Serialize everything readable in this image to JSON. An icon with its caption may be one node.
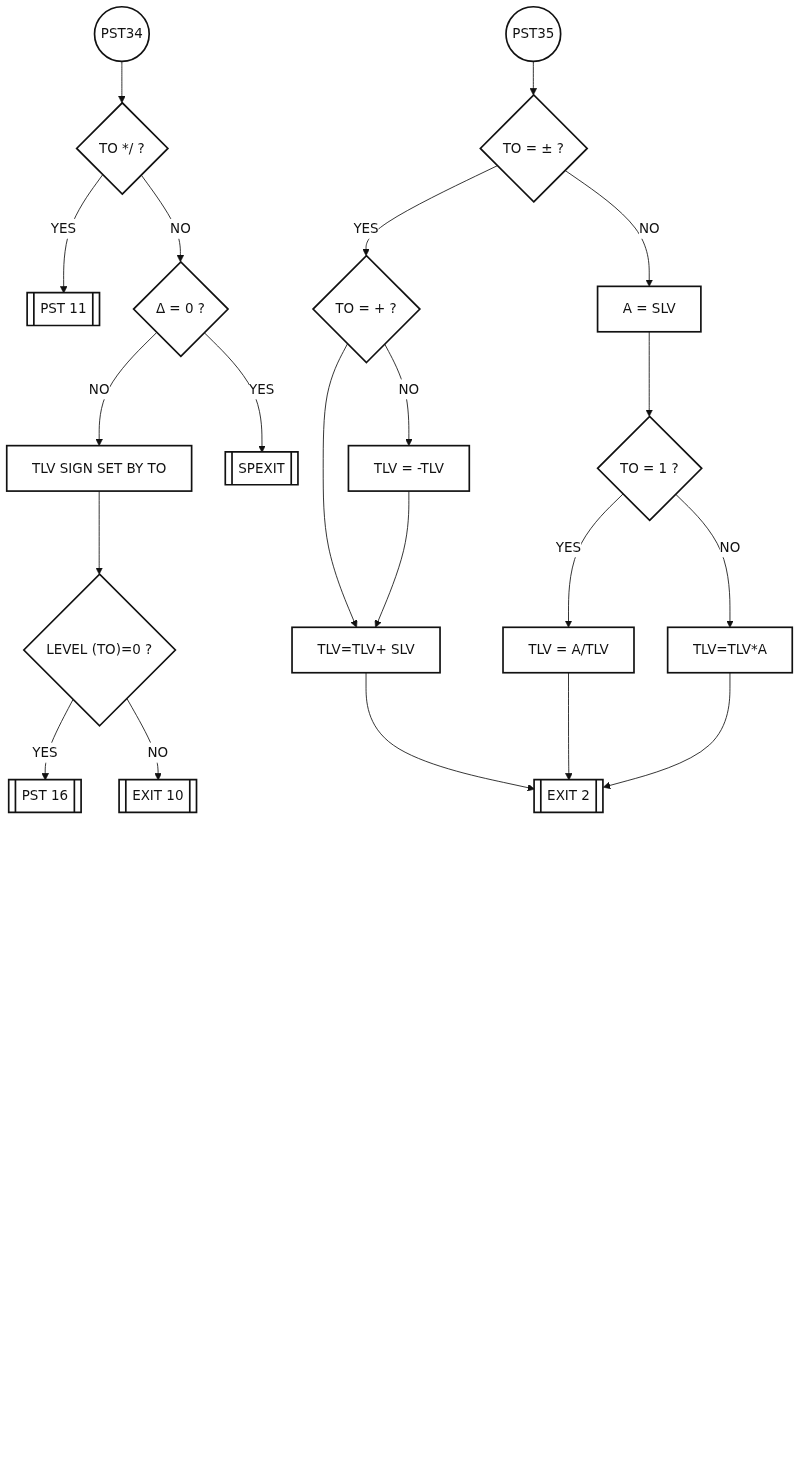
{
  "diagram": {
    "nodes": [
      {
        "text": [
          "PST34"
        ]
      },
      {
        "text": [
          "TO */ ?"
        ]
      },
      {
        "text": [
          "PST 11"
        ]
      },
      {
        "text": [
          "Δ = 0 ?"
        ]
      },
      {
        "text": [
          "TLV SIGN SET BY TO"
        ]
      },
      {
        "text": [
          "SPEXIT"
        ]
      },
      {
        "text": [
          "LEVEL (TO)=0 ?"
        ]
      },
      {
        "text": [
          "PST 16"
        ]
      },
      {
        "text": [
          "EXIT 10"
        ]
      },
      {
        "text": [
          "PST35"
        ]
      },
      {
        "text": [
          "TO = ± ?"
        ]
      },
      {
        "text": [
          "TO = + ?"
        ]
      },
      {
        "text": [
          "A = SLV"
        ]
      },
      {
        "text": [
          "TLV = -TLV"
        ]
      },
      {
        "text": [
          "TLV = A/TLV"
        ]
      },
      {
        "text": [
          "TO = 1 ?"
        ]
      },
      {
        "text": [
          "TLV=TLV+ SLV"
        ]
      },
      {
        "text": [
          "TLV=TLV*A"
        ]
      },
      {
        "text": [
          "EXIT 2"
        ]
      }
    ],
    "edges": [
      {
        "from": 0,
        "to": 1,
        "arrow": "to"
      },
      {
        "from": 1,
        "to": 2,
        "arrow": "to",
        "label": "YES"
      },
      {
        "from": 1,
        "to": 3,
        "arrow": "to",
        "label": "NO"
      },
      {
        "from": 3,
        "to": 4,
        "arrow": "to",
        "label": "NO"
      },
      {
        "from": 3,
        "to": 5,
        "arrow": "to",
        "label": "YES"
      },
      {
        "from": 4,
        "to": 6,
        "arrow": "to"
      },
      {
        "from": 6,
        "to": 7,
        "arrow": "to",
        "label": "YES"
      },
      {
        "from": 6,
        "to": 8,
        "arrow": "to",
        "label": "NO"
      },
      {
        "from": 9,
        "to": 10,
        "arrow": "to"
      },
      {
        "from": 10,
        "to": 11,
        "arrow": "to",
        "label": "YES"
      },
      {
        "from": 10,
        "to": 12,
        "arrow": "to",
        "label": "NO"
      },
      {
        "from": 11,
        "to": 16,
        "arrow": "to"
      },
      {
        "from": 11,
        "to": 13,
        "arrow": "to",
        "label": "NO"
      },
      {
        "from": 13,
        "to": 16,
        "arrow": "to"
      },
      {
        "from": 12,
        "to": 15,
        "arrow": "to"
      },
      {
        "from": 15,
        "to": 14,
        "arrow": "to",
        "label": "YES"
      },
      {
        "from": 15,
        "to": 17,
        "arrow": "to",
        "label": "NO"
      },
      {
        "from": 16,
        "to": 18,
        "arrow": "to"
      },
      {
        "from": 14,
        "to": 18,
        "arrow": "to"
      },
      {
        "from": 17,
        "to": 18,
        "arrow": "to"
      }
    ]
  }
}
